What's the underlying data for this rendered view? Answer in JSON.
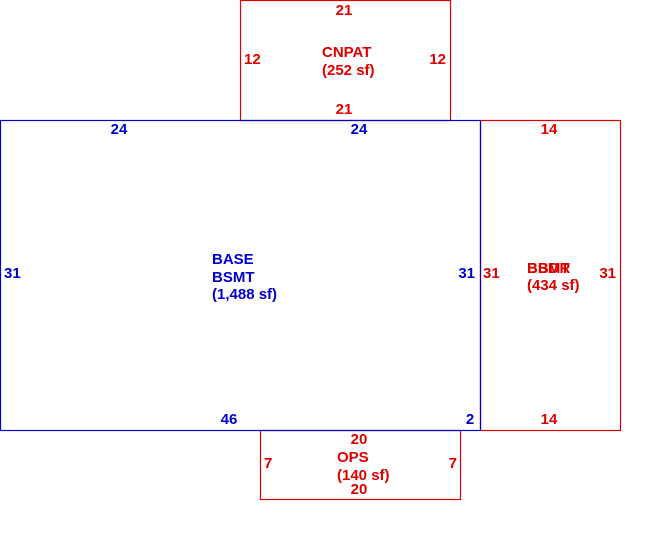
{
  "colors": {
    "blue": "#0000cc",
    "red": "#dd0000",
    "background": "#ffffff"
  },
  "areas": {
    "base": {
      "name_line1": "BASE",
      "name_line2": "BSMT",
      "area": "(1,488 sf)",
      "dims": {
        "top_left": "24",
        "top_right": "24",
        "left": "31",
        "right": "31",
        "bottom_left": "46",
        "bottom_right": "2"
      }
    },
    "cnpat": {
      "name": "CNPAT",
      "area": "(252 sf)",
      "dims": {
        "top": "21",
        "bottom": "21",
        "left": "12",
        "right": "12"
      }
    },
    "bsmt_right": {
      "name_a": "BSMT",
      "name_b": "BBDR",
      "area": "(434 sf)",
      "dims": {
        "top": "14",
        "bottom": "14",
        "left": "31",
        "right": "31"
      }
    },
    "ops": {
      "name": "OPS",
      "area": "(140 sf)",
      "dims": {
        "top": "20",
        "bottom": "20",
        "left": "7",
        "right": "7"
      }
    }
  }
}
